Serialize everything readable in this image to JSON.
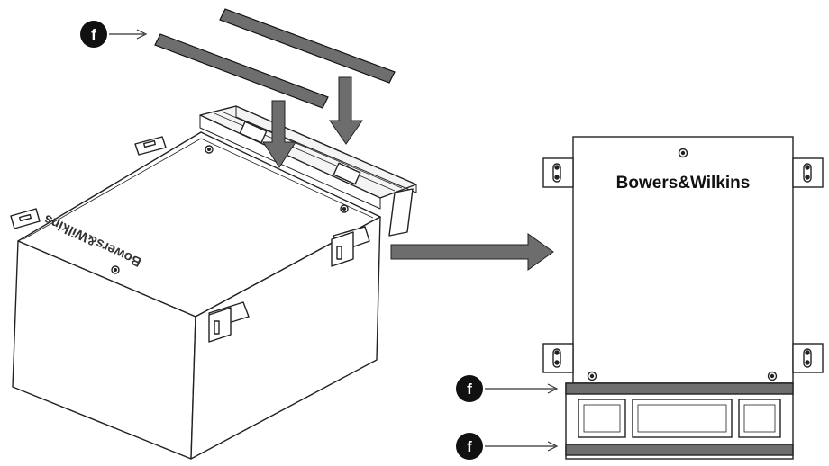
{
  "callouts": [
    {
      "id": "top",
      "letter": "f"
    },
    {
      "id": "mid",
      "letter": "f"
    },
    {
      "id": "bottom",
      "letter": "f"
    }
  ],
  "brand": {
    "logo_text": "Bowers&Wilkins",
    "logo_text_mirrored": "Bowers&Wilkins"
  },
  "colors": {
    "line": "#222222",
    "rail_fill": "#6e6e6e",
    "arrow_fill": "#6d6d6d",
    "callout_fill": "#111111",
    "callout_text": "#ffffff"
  },
  "icons": [
    "callout-badge-icon",
    "down-arrow-icon",
    "right-arrow-icon",
    "mounting-bracket-icon",
    "screw-icon"
  ]
}
